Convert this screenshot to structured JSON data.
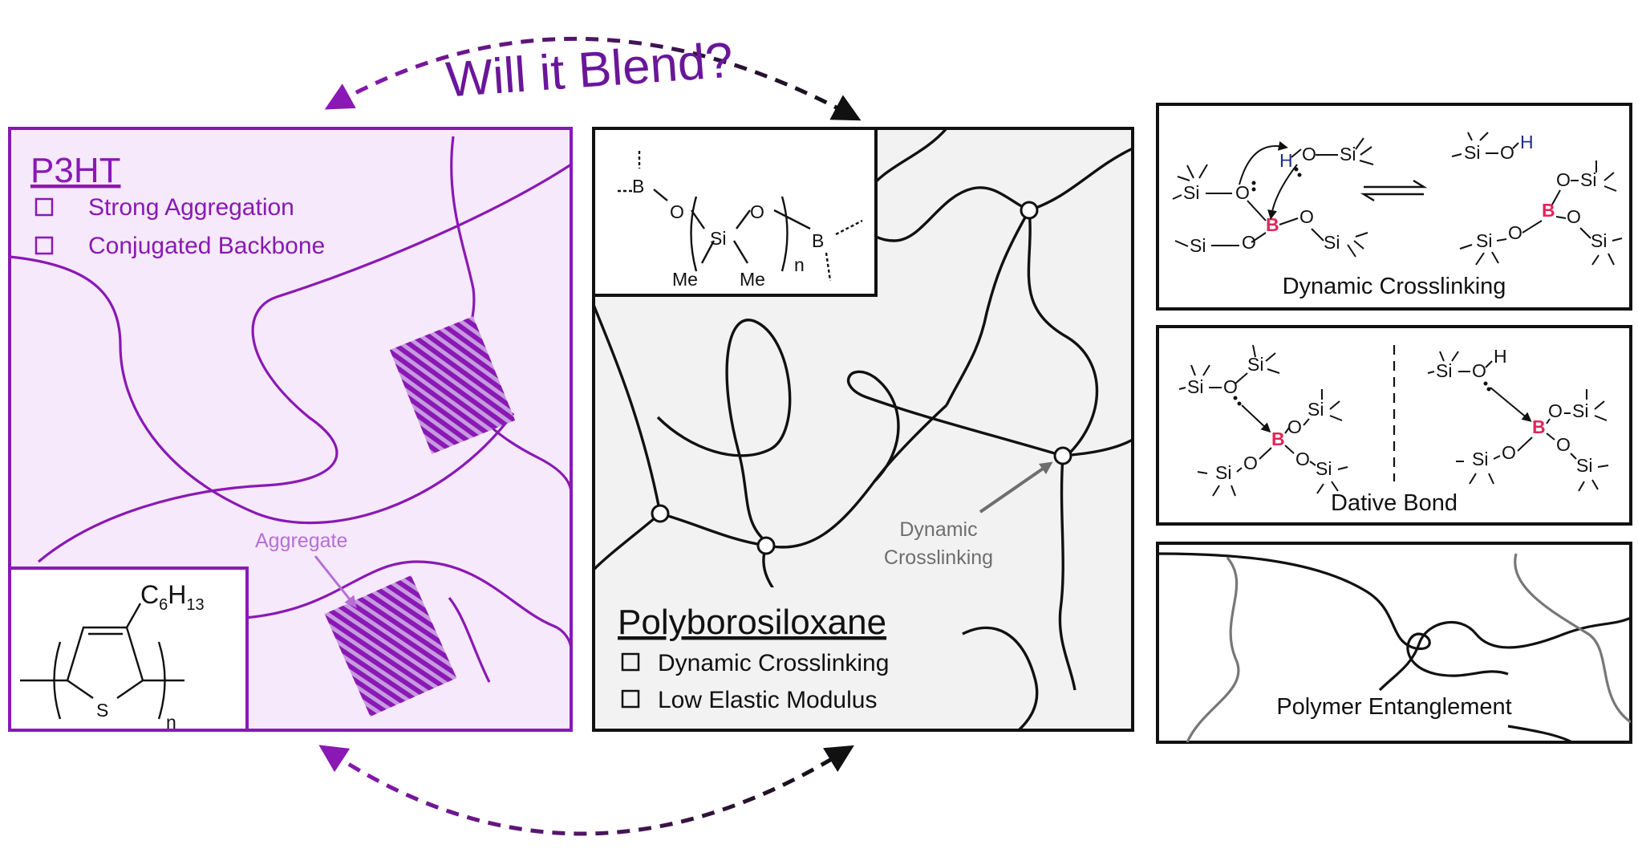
{
  "title": "Will it Blend?",
  "colors": {
    "purple": "#8a18b4",
    "purple_light": "#f6e9fb",
    "purple_dark": "#4a1062",
    "black": "#111111",
    "gray_fill": "#f2f2f2",
    "gray_label": "#6e6e6e",
    "boron": "#e2245a",
    "hydrogen": "#1f2f86"
  },
  "p3ht": {
    "name": "P3HT",
    "features": [
      "Strong Aggregation",
      "Conjugated Backbone"
    ],
    "aggregate_label": "Aggregate",
    "structure": {
      "substituent": "C",
      "sub_6": "6",
      "h": "H",
      "sub_13": "13",
      "sulfur": "S",
      "repeat": "n"
    }
  },
  "pbs": {
    "name": "Polyborosiloxane",
    "features": [
      "Dynamic Crosslinking",
      "Low Elastic Modulus"
    ],
    "crosslink_label_1": "Dynamic",
    "crosslink_label_2": "Crosslinking",
    "structure": {
      "boron": "B",
      "oxygen": "O",
      "silicon": "Si",
      "methyl": "Me",
      "repeat": "n"
    }
  },
  "mechanisms": [
    {
      "label": "Dynamic Crosslinking"
    },
    {
      "label": "Dative Bond"
    },
    {
      "label": "Polymer Entanglement"
    }
  ],
  "atoms": {
    "si": "Si",
    "o": "O",
    "b": "B",
    "h": "H"
  }
}
